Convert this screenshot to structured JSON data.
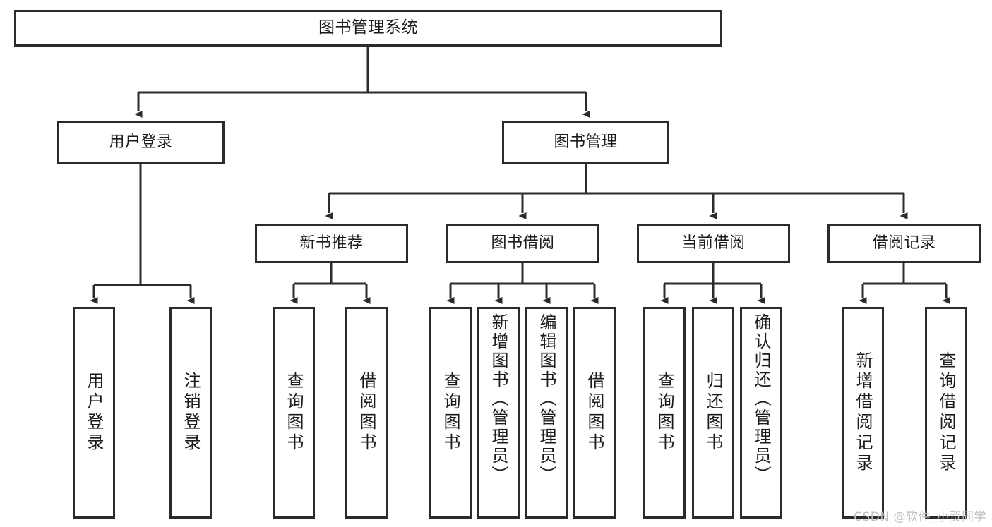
{
  "diagram": {
    "title": "图书管理系统",
    "type": "tree-hierarchy",
    "root": {
      "id": "root",
      "label": "图书管理系统"
    },
    "level2": [
      {
        "id": "user-login",
        "label": "用户登录"
      },
      {
        "id": "book-management",
        "label": "图书管理"
      }
    ],
    "level3": [
      {
        "id": "new-book-recommend",
        "label": "新书推荐",
        "parent": "book-management"
      },
      {
        "id": "book-borrow",
        "label": "图书借阅",
        "parent": "book-management"
      },
      {
        "id": "current-borrow",
        "label": "当前借阅",
        "parent": "book-management"
      },
      {
        "id": "borrow-record",
        "label": "借阅记录",
        "parent": "book-management"
      }
    ],
    "leaves": {
      "user_login": [
        {
          "id": "leaf-user-login",
          "label": "用户登录"
        },
        {
          "id": "leaf-logout",
          "label": "注销登录"
        }
      ],
      "new_book_recommend": [
        {
          "id": "leaf-query-book-1",
          "label": "查询图书"
        },
        {
          "id": "leaf-borrow-book-1",
          "label": "借阅图书"
        }
      ],
      "book_borrow": [
        {
          "id": "leaf-query-book-2",
          "label": "查询图书"
        },
        {
          "id": "leaf-add-book",
          "label": "新增图书（管理员）"
        },
        {
          "id": "leaf-edit-book",
          "label": "编辑图书（管理员）"
        },
        {
          "id": "leaf-borrow-book-2",
          "label": "借阅图书"
        }
      ],
      "current_borrow": [
        {
          "id": "leaf-query-book-3",
          "label": "查询图书"
        },
        {
          "id": "leaf-return-book",
          "label": "归还图书"
        },
        {
          "id": "leaf-confirm-return",
          "label": "确认归还（管理员）"
        }
      ],
      "borrow_record": [
        {
          "id": "leaf-add-record",
          "label": "新增借阅记录"
        },
        {
          "id": "leaf-query-record",
          "label": "查询借阅记录"
        }
      ]
    },
    "colors": {
      "stroke": "#2b2b2b",
      "fill": "#ffffff",
      "text": "#1b1b1b",
      "watermark": "#bfbfbf"
    }
  },
  "watermark": {
    "text": "CSDN @软件_小贺同学"
  }
}
